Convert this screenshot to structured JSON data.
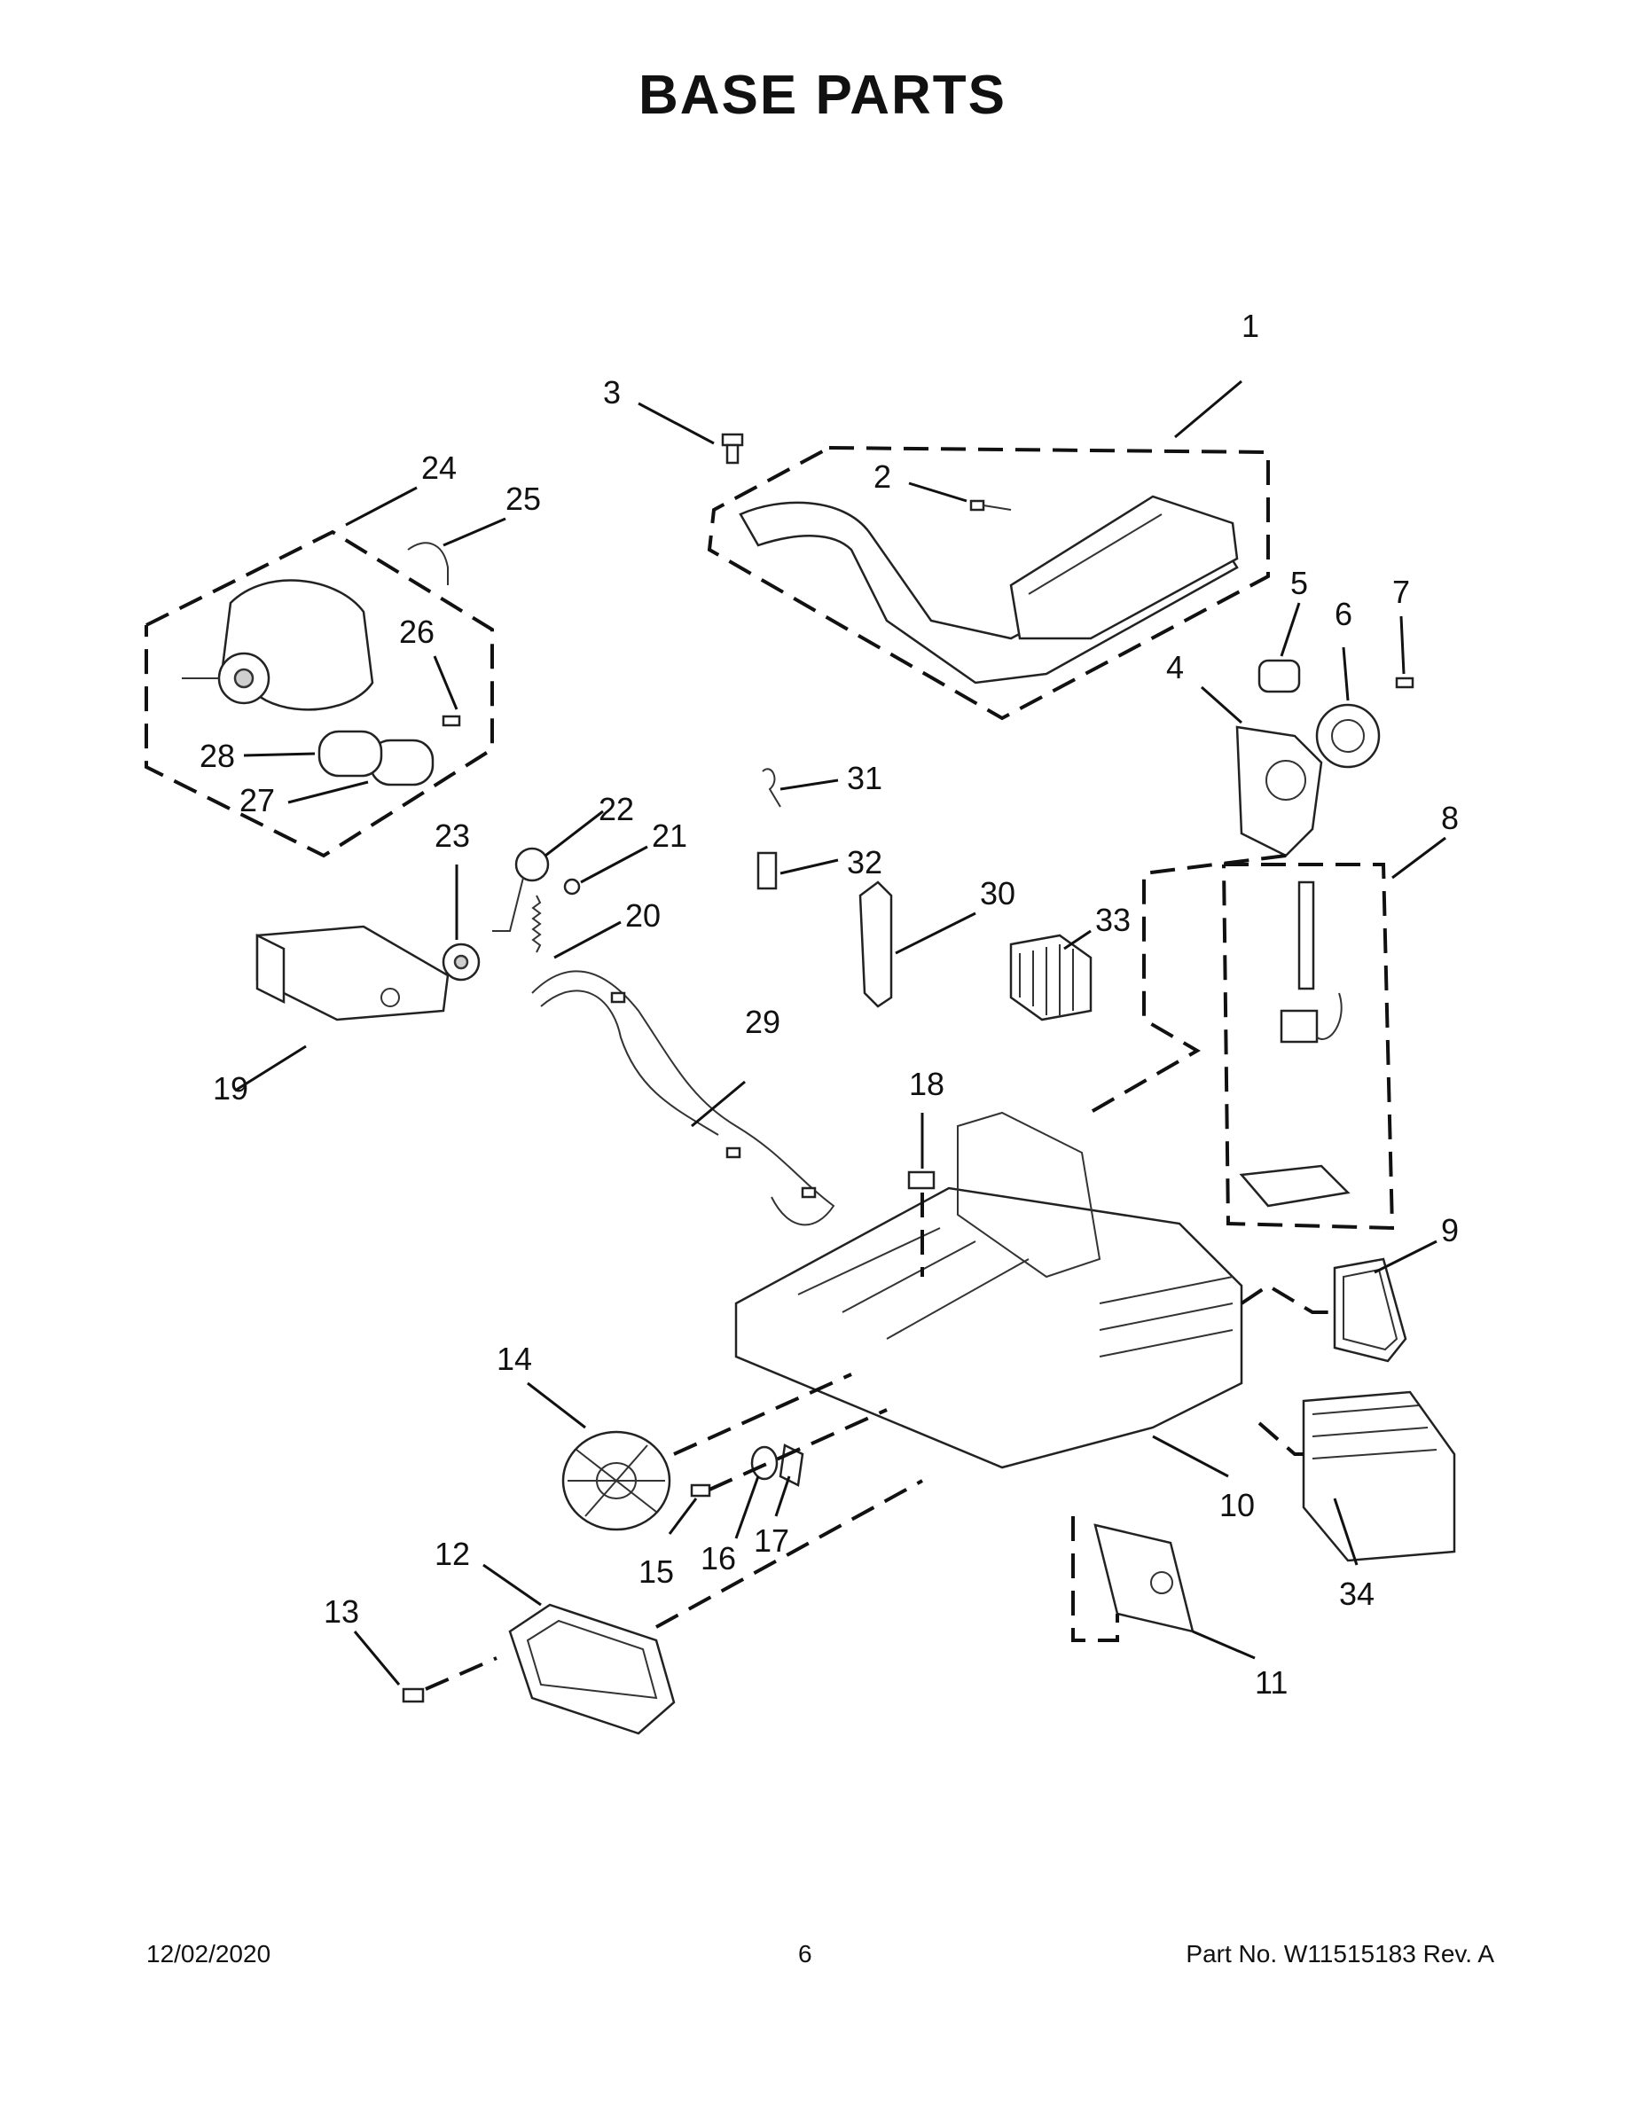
{
  "title": "BASE PARTS",
  "callouts": [
    "1",
    "2",
    "3",
    "4",
    "5",
    "6",
    "7",
    "8",
    "9",
    "10",
    "11",
    "12",
    "13",
    "14",
    "15",
    "16",
    "17",
    "18",
    "19",
    "20",
    "21",
    "22",
    "23",
    "24",
    "25",
    "26",
    "27",
    "28",
    "29",
    "30",
    "31",
    "32",
    "33",
    "34"
  ],
  "footer": {
    "date": "12/02/2020",
    "page": "6",
    "part_number": "Part No.  W11515183  Rev.  A"
  }
}
